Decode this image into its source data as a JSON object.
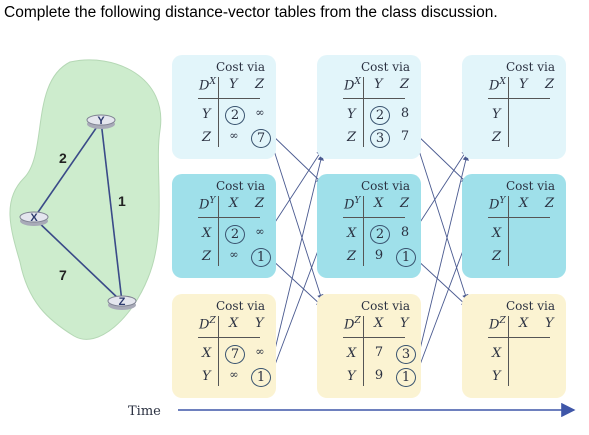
{
  "headline": "Complete the following distance-vector tables from the class discussion.",
  "time_label": "Time",
  "network": {
    "nodes": [
      {
        "id": "X",
        "label": "X"
      },
      {
        "id": "Y",
        "label": "Y"
      },
      {
        "id": "Z",
        "label": "Z"
      }
    ],
    "links": [
      {
        "a": "X",
        "b": "Y",
        "cost": "2"
      },
      {
        "a": "Y",
        "b": "Z",
        "cost": "1"
      },
      {
        "a": "X",
        "b": "Z",
        "cost": "7"
      }
    ]
  },
  "cost_via_label": "Cost via",
  "tables": [
    {
      "id": "x1",
      "node": "X",
      "dest_cols": [
        "Y",
        "Z"
      ],
      "rows": [
        {
          "label": "Y",
          "cells": [
            {
              "v": "2",
              "c": true
            },
            {
              "v": "∞",
              "c": false
            }
          ]
        },
        {
          "label": "Z",
          "cells": [
            {
              "v": "∞",
              "c": false
            },
            {
              "v": "7",
              "c": true
            }
          ]
        }
      ]
    },
    {
      "id": "x2",
      "node": "X",
      "dest_cols": [
        "Y",
        "Z"
      ],
      "rows": [
        {
          "label": "Y",
          "cells": [
            {
              "v": "2",
              "c": true
            },
            {
              "v": "8",
              "c": false
            }
          ]
        },
        {
          "label": "Z",
          "cells": [
            {
              "v": "3",
              "c": true
            },
            {
              "v": "7",
              "c": false
            }
          ]
        }
      ]
    },
    {
      "id": "x3",
      "node": "X",
      "dest_cols": [
        "Y",
        "Z"
      ],
      "rows": [
        {
          "label": "Y",
          "cells": [
            {
              "v": "",
              "c": false
            },
            {
              "v": "",
              "c": false
            }
          ]
        },
        {
          "label": "Z",
          "cells": [
            {
              "v": "",
              "c": false
            },
            {
              "v": "",
              "c": false
            }
          ]
        }
      ]
    },
    {
      "id": "y1",
      "node": "Y",
      "dest_cols": [
        "X",
        "Z"
      ],
      "rows": [
        {
          "label": "X",
          "cells": [
            {
              "v": "2",
              "c": true
            },
            {
              "v": "∞",
              "c": false
            }
          ]
        },
        {
          "label": "Z",
          "cells": [
            {
              "v": "∞",
              "c": false
            },
            {
              "v": "1",
              "c": true
            }
          ]
        }
      ]
    },
    {
      "id": "y2",
      "node": "Y",
      "dest_cols": [
        "X",
        "Z"
      ],
      "rows": [
        {
          "label": "X",
          "cells": [
            {
              "v": "2",
              "c": true
            },
            {
              "v": "8",
              "c": false
            }
          ]
        },
        {
          "label": "Z",
          "cells": [
            {
              "v": "9",
              "c": false
            },
            {
              "v": "1",
              "c": true
            }
          ]
        }
      ]
    },
    {
      "id": "y3",
      "node": "Y",
      "dest_cols": [
        "X",
        "Z"
      ],
      "rows": [
        {
          "label": "X",
          "cells": [
            {
              "v": "",
              "c": false
            },
            {
              "v": "",
              "c": false
            }
          ]
        },
        {
          "label": "Z",
          "cells": [
            {
              "v": "",
              "c": false
            },
            {
              "v": "",
              "c": false
            }
          ]
        }
      ]
    },
    {
      "id": "z1",
      "node": "Z",
      "dest_cols": [
        "X",
        "Y"
      ],
      "rows": [
        {
          "label": "X",
          "cells": [
            {
              "v": "7",
              "c": true
            },
            {
              "v": "∞",
              "c": false
            }
          ]
        },
        {
          "label": "Y",
          "cells": [
            {
              "v": "∞",
              "c": false
            },
            {
              "v": "1",
              "c": true
            }
          ]
        }
      ]
    },
    {
      "id": "z2",
      "node": "Z",
      "dest_cols": [
        "X",
        "Y"
      ],
      "rows": [
        {
          "label": "X",
          "cells": [
            {
              "v": "7",
              "c": false
            },
            {
              "v": "3",
              "c": true
            }
          ]
        },
        {
          "label": "Y",
          "cells": [
            {
              "v": "9",
              "c": false
            },
            {
              "v": "1",
              "c": true
            }
          ]
        }
      ]
    },
    {
      "id": "z3",
      "node": "Z",
      "dest_cols": [
        "X",
        "Y"
      ],
      "rows": [
        {
          "label": "X",
          "cells": [
            {
              "v": "",
              "c": false
            },
            {
              "v": "",
              "c": false
            }
          ]
        },
        {
          "label": "Y",
          "cells": [
            {
              "v": "",
              "c": false
            },
            {
              "v": "",
              "c": false
            }
          ]
        }
      ]
    }
  ],
  "colors": {
    "blob": "#cdeccd",
    "x_table": "#e2f5fa",
    "y_table": "#9fe0ea",
    "z_table": "#fbf3d2",
    "arrows": "#4a5a90"
  }
}
